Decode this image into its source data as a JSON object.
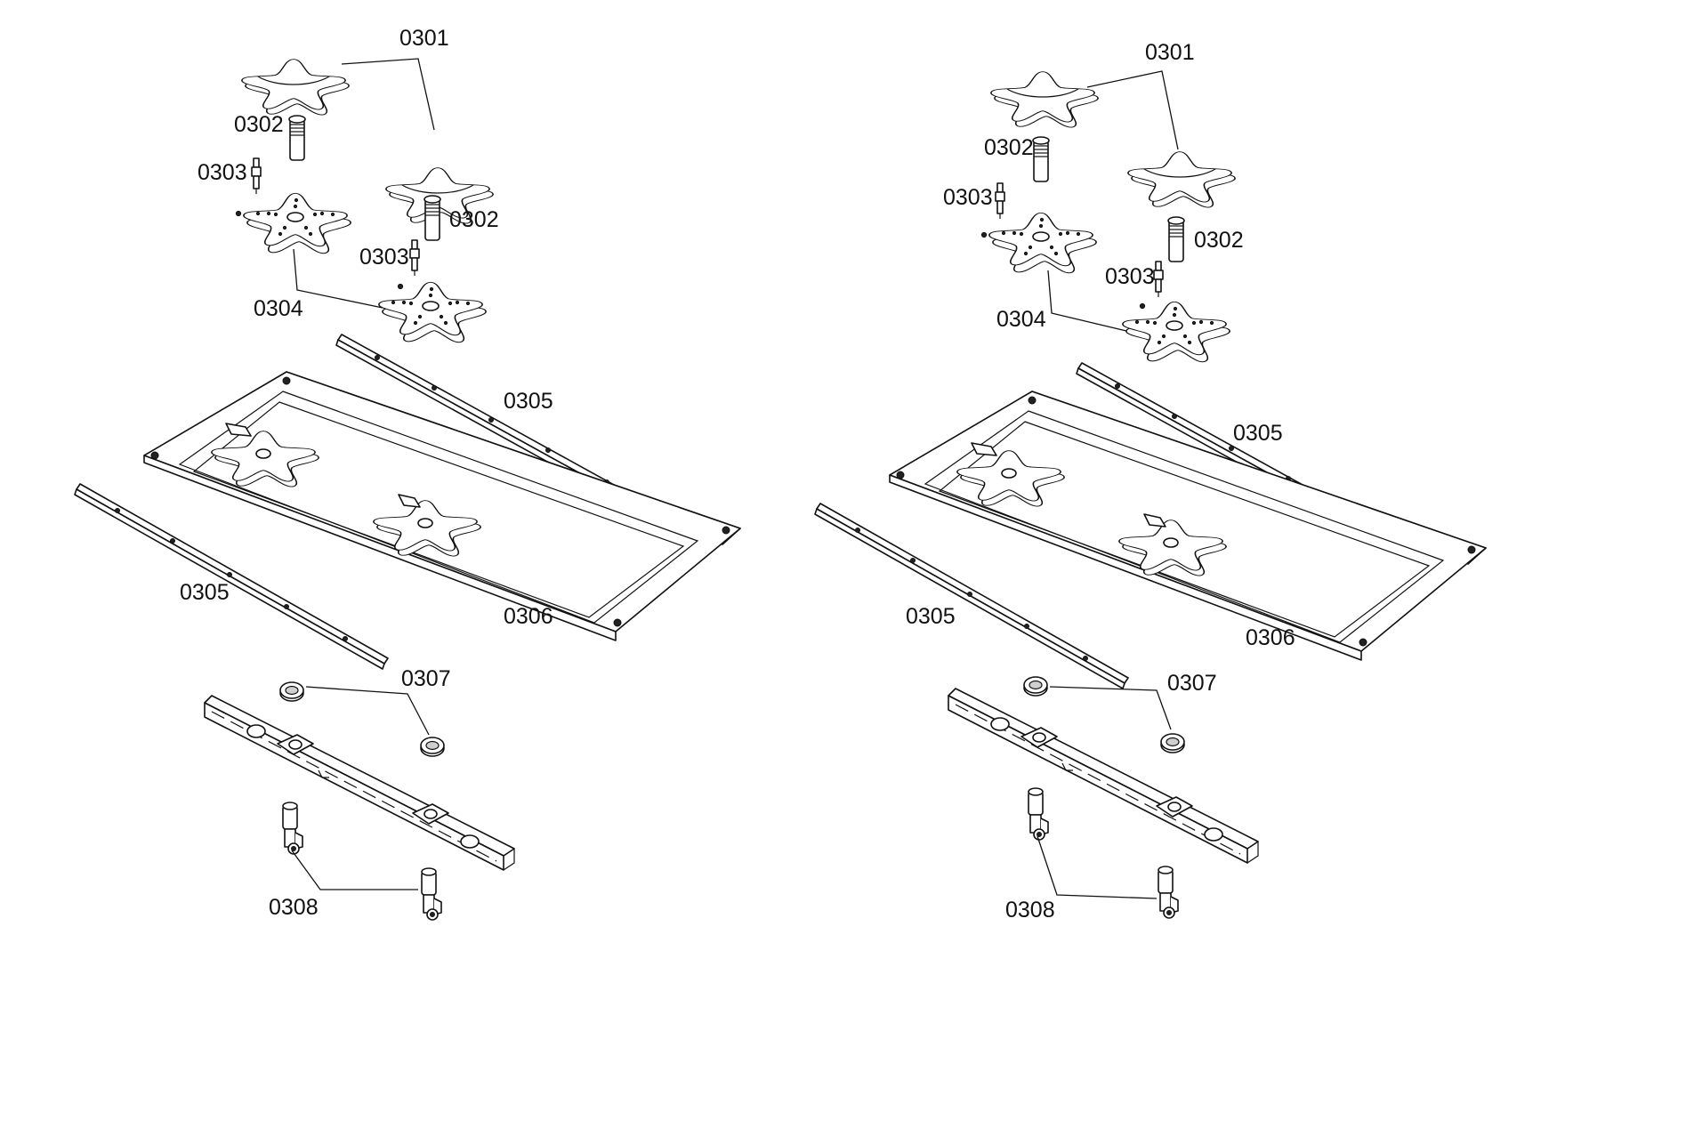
{
  "labels": {
    "cap": "0301",
    "nozzle_holder": "0302",
    "injector": "0303",
    "burner_base": "0304",
    "rail": "0305",
    "tray": "0306",
    "ring": "0307",
    "valve": "0308"
  },
  "icons": {
    "star_cap": "star-burner-cap-shape",
    "crown": "perforated-burner-crown-shape"
  },
  "colors": {
    "ink": "#111111",
    "paper": "#ffffff"
  }
}
